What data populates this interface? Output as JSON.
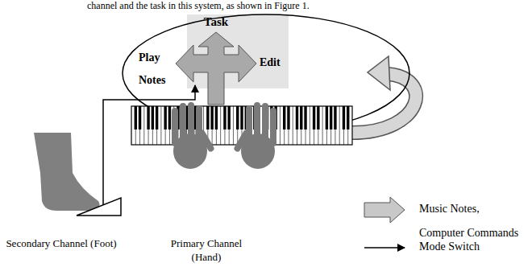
{
  "diagram": {
    "nodes": [
      {
        "text": [
          "Task",
          "Play Notes",
          "Edit"
        ]
      }
    ],
    "labels": [
      "channel and the task in this system, as shown in Figure 1.",
      "Secondary Channel (Foot)",
      "Primary Channel (Hand)"
    ],
    "legend": [
      {
        "text": "Music Notes, Computer Commands"
      },
      {
        "text": "Mode Switch"
      }
    ]
  }
}
